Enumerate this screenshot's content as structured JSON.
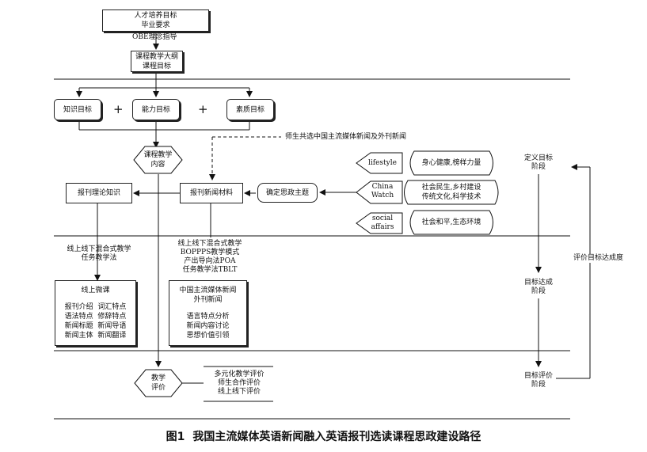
{
  "top": {
    "goal_box": [
      "人才培养目标",
      "毕业要求"
    ],
    "obe_label": "OBE理念指导",
    "syllabus_box": [
      "课程教学大纲",
      "课程目标"
    ]
  },
  "objectives": {
    "knowledge": "知识目标",
    "ability": "能力目标",
    "quality": "素质目标",
    "plus": "+"
  },
  "selection_label": "师生共选中国主流媒体新闻及外刊新闻",
  "content_hex": [
    "课程教学",
    "内容"
  ],
  "theory_box": "报刊理论知识",
  "materials_box": "报刊新闻材料",
  "theme_box": "确定思政主题",
  "sources": [
    {
      "tag": [
        "lifestyle"
      ],
      "theme": [
        "身心健康,榜样力量"
      ]
    },
    {
      "tag": [
        "China",
        "Watch"
      ],
      "theme": [
        "社会民生,乡村建设",
        "传统文化,科学技术"
      ]
    },
    {
      "tag": [
        "social",
        "affairs"
      ],
      "theme": [
        "社会和平,生态环境"
      ]
    }
  ],
  "left_method": [
    "线上线下混合式教学",
    "任务教学法"
  ],
  "mid_method": [
    "线上线下混合式教学",
    "BOPPPS教学模式",
    "产出导向法POA",
    "任务教学法TBLT"
  ],
  "online_box": {
    "title": "线上微课",
    "rows": [
      "报刊介绍  词汇特点",
      "语法特点  修辞特点",
      "新闻标题  新闻导语",
      "新闻主体  新闻翻译"
    ]
  },
  "news_box": {
    "top": [
      "中国主流媒体新闻",
      "外刊新闻"
    ],
    "bottom": [
      "语言特点分析",
      "新闻内容讨论",
      "思想价值引领"
    ]
  },
  "eval_hex": [
    "教学",
    "评价"
  ],
  "eval_list": [
    "多元化教学评价",
    "师生合作评价",
    "线上线下评价"
  ],
  "stages": {
    "define": [
      "定义目标",
      "阶段"
    ],
    "achieve": [
      "目标达成",
      "阶段"
    ],
    "evaluate": [
      "目标评价",
      "阶段"
    ],
    "loop_label": "评价目标达成度"
  },
  "caption": {
    "fig": "图1",
    "title": "我国主流媒体英语新闻融入英语报刊选读课程思政建设路径"
  }
}
